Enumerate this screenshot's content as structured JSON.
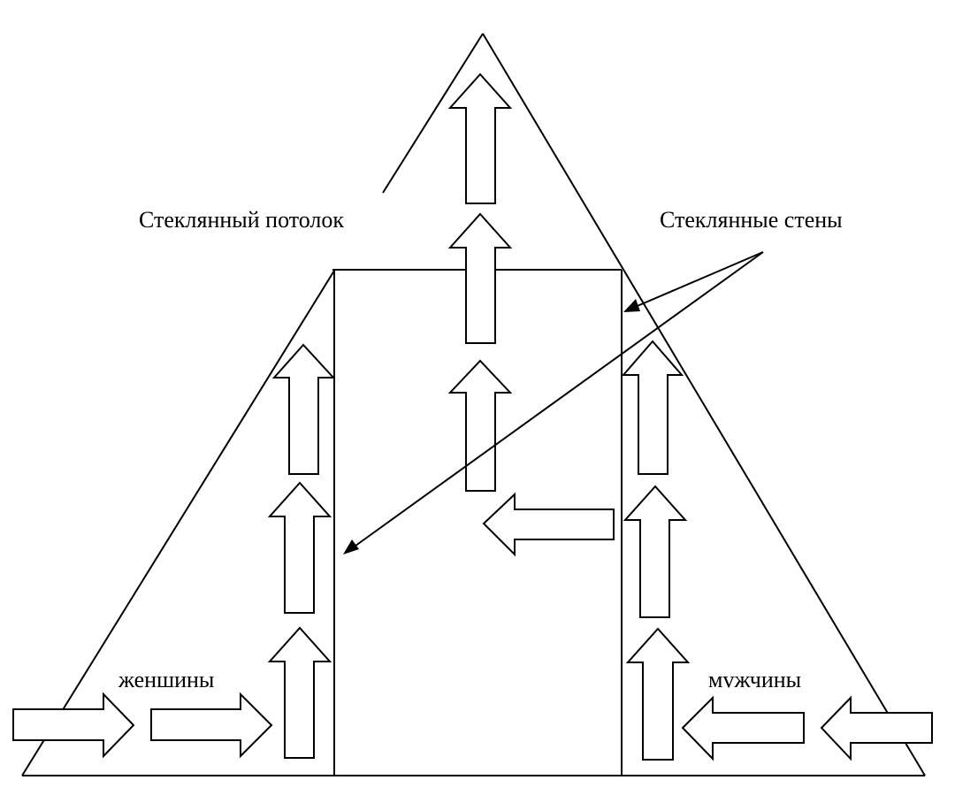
{
  "labels": {
    "glass_ceiling": "Стеклянный потолок",
    "glass_walls": "Стеклянные стены",
    "women": "женшины",
    "men": "мvжчины"
  },
  "colors": {
    "stroke": "#000000",
    "background": "#ffffff",
    "arrow_fill": "#ffffff"
  }
}
